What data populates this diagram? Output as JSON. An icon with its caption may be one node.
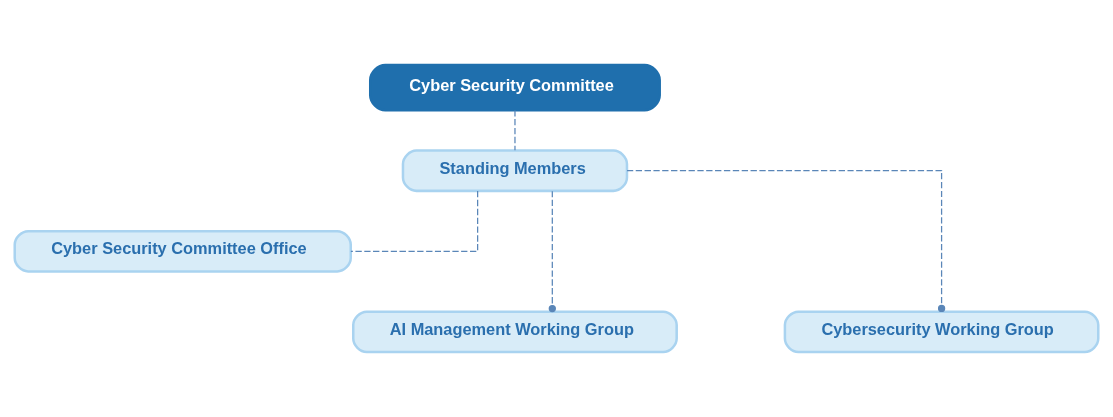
{
  "diagram": {
    "nodes": [
      {
        "text": [
          "Cyber Security Committee"
        ]
      },
      {
        "text": [
          "Standing Members"
        ]
      },
      {
        "text": [
          "Cyber Security Committee Office"
        ]
      },
      {
        "text": [
          "AI Management Working Group"
        ]
      },
      {
        "text": [
          "Cybersecurity Working Group"
        ]
      }
    ],
    "edges": [
      {
        "from": 0,
        "to": 1,
        "arrow": "none",
        "style": "dashed"
      },
      {
        "from": 1,
        "to": 2,
        "arrow": "none",
        "style": "dashed"
      },
      {
        "from": 1,
        "to": 3,
        "arrow": "other",
        "style": "dashed"
      },
      {
        "from": 1,
        "to": 4,
        "arrow": "other",
        "style": "dashed"
      }
    ]
  }
}
